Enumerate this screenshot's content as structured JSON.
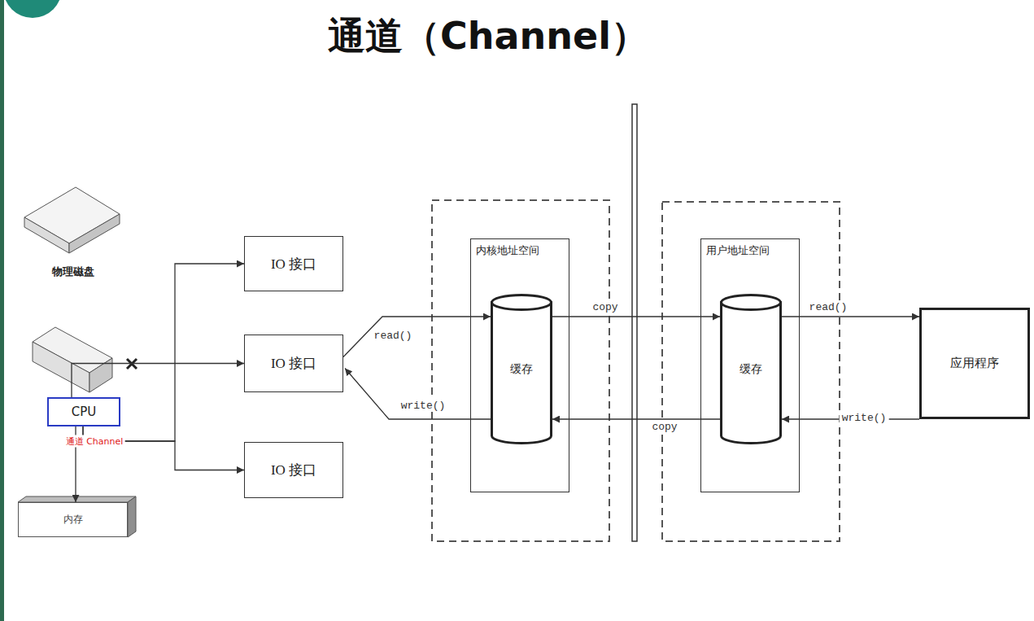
{
  "diagram": {
    "title": "通道（Channel）",
    "nodes": [
      {
        "text": [
          "物理磁盘"
        ]
      },
      {
        "text": [
          "CPU"
        ]
      },
      {
        "text": [
          "内存"
        ]
      },
      {
        "text": [
          "IO 接口"
        ]
      },
      {
        "text": [
          "IO 接口"
        ]
      },
      {
        "text": [
          "IO 接口"
        ]
      },
      {
        "text": [
          "内核地址空间"
        ]
      },
      {
        "text": [
          "缓存"
        ],
        "in": 6
      },
      {
        "text": [
          "用户地址空间"
        ]
      },
      {
        "text": [
          "缓存"
        ],
        "in": 8
      },
      {
        "text": [
          "应用程序"
        ]
      }
    ],
    "edges": [
      {
        "from": 1,
        "to": 4,
        "arrow": "to"
      },
      {
        "from": 1,
        "to": 3,
        "arrow": "to"
      },
      {
        "from": 1,
        "to": 5,
        "arrow": "to"
      },
      {
        "from": 1,
        "to": 2,
        "arrow": "to"
      },
      {
        "from": 4,
        "to": 7,
        "label": "read()",
        "arrow": "to"
      },
      {
        "from": 7,
        "to": 4,
        "label": "write()",
        "arrow": "to"
      },
      {
        "from": 7,
        "to": 9,
        "label": "copy",
        "arrow": "to"
      },
      {
        "from": 9,
        "to": 7,
        "label": "copy",
        "arrow": "to"
      },
      {
        "from": 9,
        "to": 10,
        "label": "read()",
        "arrow": "to"
      },
      {
        "from": 10,
        "to": 9,
        "label": "write()",
        "arrow": "to"
      }
    ],
    "labels": [
      "通道 Channel"
    ]
  }
}
